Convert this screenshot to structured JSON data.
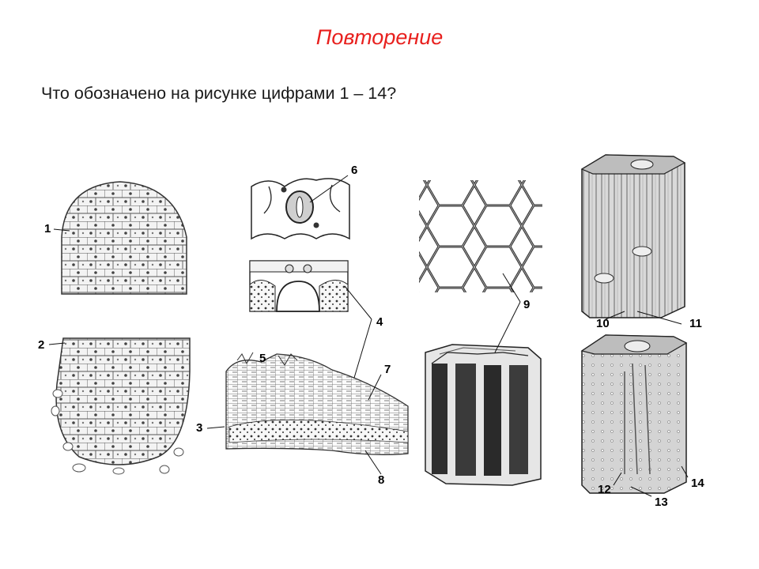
{
  "slide": {
    "title": "Повторение",
    "question": "Что обозначено на рисунке цифрами 1 – 14?"
  },
  "labels": [
    "1",
    "2",
    "3",
    "4",
    "5",
    "6",
    "7",
    "8",
    "9",
    "10",
    "11",
    "12",
    "13",
    "14"
  ],
  "colors": {
    "title": "#e8201e",
    "text": "#1a1a1a",
    "ink": "#222222"
  }
}
